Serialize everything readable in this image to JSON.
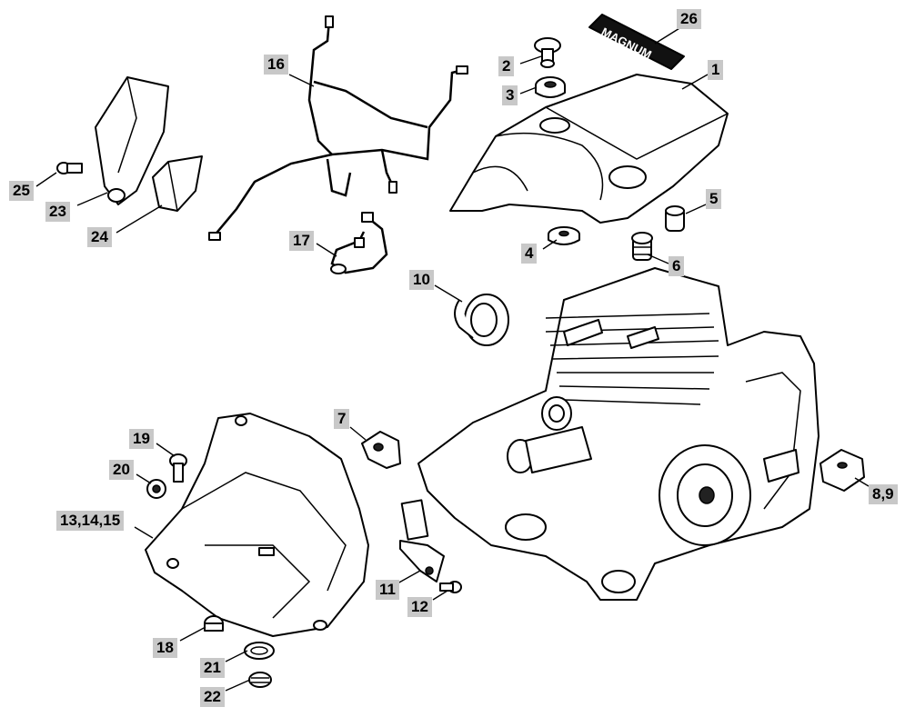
{
  "diagram": {
    "badge_text": "MAGNUM",
    "labels": [
      {
        "id": "p1",
        "text": "1"
      },
      {
        "id": "p2",
        "text": "2"
      },
      {
        "id": "p3",
        "text": "3"
      },
      {
        "id": "p4",
        "text": "4"
      },
      {
        "id": "p5",
        "text": "5"
      },
      {
        "id": "p6",
        "text": "6"
      },
      {
        "id": "p7",
        "text": "7"
      },
      {
        "id": "p89",
        "text": "8,9"
      },
      {
        "id": "p10",
        "text": "10"
      },
      {
        "id": "p11",
        "text": "11"
      },
      {
        "id": "p12",
        "text": "12"
      },
      {
        "id": "p131415",
        "text": "13,14,15"
      },
      {
        "id": "p16",
        "text": "16"
      },
      {
        "id": "p17",
        "text": "17"
      },
      {
        "id": "p18",
        "text": "18"
      },
      {
        "id": "p19",
        "text": "19"
      },
      {
        "id": "p20",
        "text": "20"
      },
      {
        "id": "p21",
        "text": "21"
      },
      {
        "id": "p22",
        "text": "22"
      },
      {
        "id": "p23",
        "text": "23"
      },
      {
        "id": "p24",
        "text": "24"
      },
      {
        "id": "p25",
        "text": "25"
      },
      {
        "id": "p26",
        "text": "26"
      }
    ]
  }
}
